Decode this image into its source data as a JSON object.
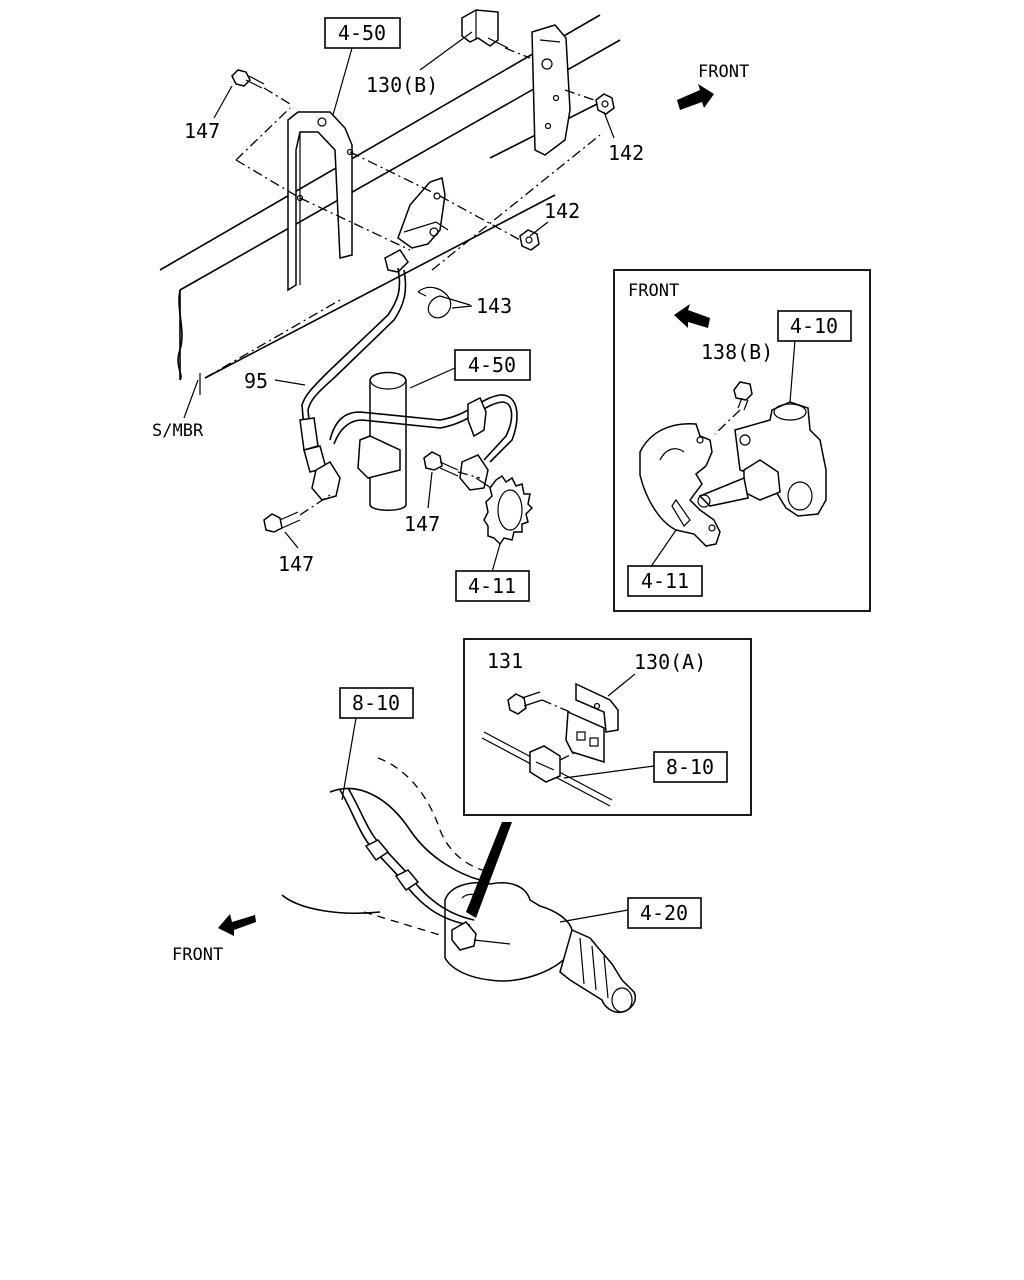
{
  "diagram": {
    "upper_section": {
      "ref_boxes": [
        "4-50",
        "4-50",
        "4-11"
      ],
      "callouts": [
        "130(B)",
        "147",
        "142",
        "142",
        "143",
        "95",
        "147",
        "147"
      ],
      "frame_label": "S/MBR",
      "direction": "FRONT"
    },
    "inset_knuckle": {
      "direction": "FRONT",
      "ref_boxes": [
        "4-10",
        "4-11"
      ],
      "callouts": [
        "138(B)"
      ]
    },
    "inset_clip": {
      "callouts": [
        "131",
        "130(A)"
      ],
      "ref_boxes": [
        "8-10"
      ]
    },
    "lower_section": {
      "ref_boxes": [
        "8-10",
        "4-20"
      ],
      "direction": "FRONT"
    }
  }
}
